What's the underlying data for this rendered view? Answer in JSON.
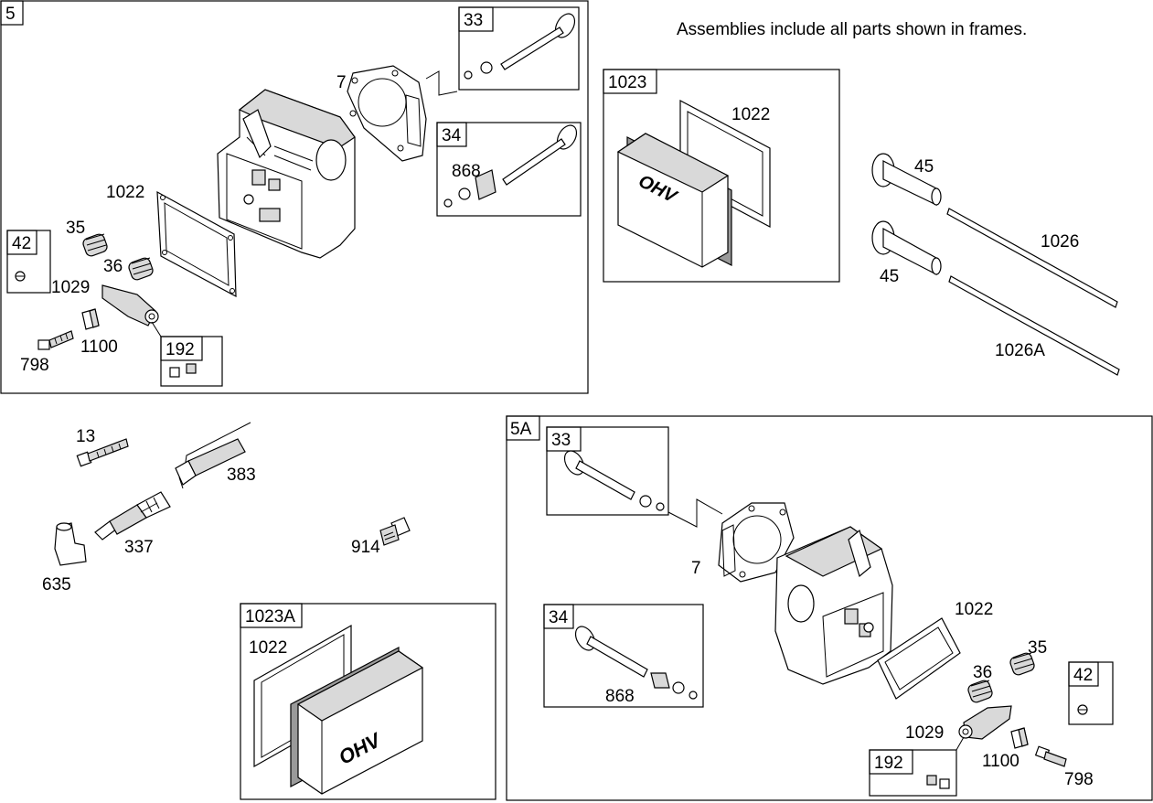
{
  "note": "Assemblies include all parts shown in frames.",
  "frames": {
    "main": "5",
    "alt": "5A",
    "valve_intake_main": "33",
    "valve_exhaust_main": "34",
    "cover_main": "1023",
    "retainer_main": "42",
    "rocker_nut_main": "192",
    "cover_alt": "1023A",
    "valve_intake_alt": "33",
    "valve_exhaust_alt": "34",
    "retainer_alt": "42",
    "rocker_nut_alt": "192"
  },
  "labels": {
    "gasket_head_main": "7",
    "gasket_cover_main": "1022",
    "spring_a_main": "35",
    "spring_b_main": "36",
    "rocker_main": "1029",
    "screw_main": "798",
    "guide_main": "1100",
    "seal_main": "868",
    "cover_gasket_1023": "1022",
    "tappet_a": "45",
    "tappet_b": "45",
    "pushrod_a": "1026",
    "pushrod_b": "1026A",
    "screw_13": "13",
    "tube_383": "383",
    "plug_337": "337",
    "boot_635": "635",
    "screw_914": "914",
    "cover_gasket_1023a": "1022",
    "gasket_head_alt": "7",
    "gasket_cover_alt": "1022",
    "spring_a_alt": "35",
    "spring_b_alt": "36",
    "rocker_alt": "1029",
    "guide_alt": "1100",
    "screw_alt": "798",
    "seal_alt": "868"
  },
  "icons": {
    "ohv_logo_text": "OHV"
  }
}
